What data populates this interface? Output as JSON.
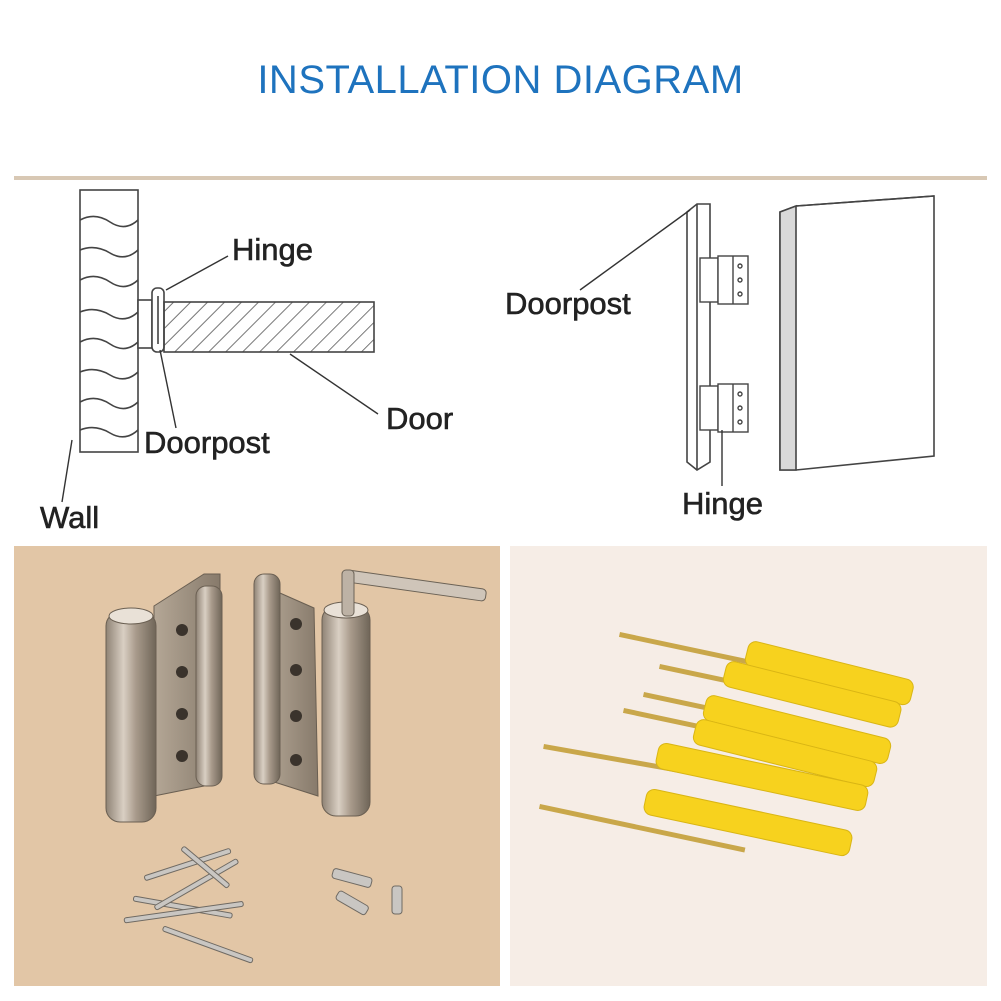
{
  "title": "INSTALLATION DIAGRAM",
  "left_diagram": {
    "hinge_label": "Hinge",
    "door_label": "Door",
    "doorpost_label": "Doorpost",
    "wall_label": "Wall"
  },
  "right_diagram": {
    "doorpost_label": "Doorpost",
    "hinge_label": "Hinge"
  },
  "colors": {
    "title": "#1e73be",
    "divider": "#d8c8b4",
    "photo_left_bg": "#e2c6a6",
    "photo_right_bg": "#f6ede6",
    "anchor_yellow": "#f7d21e"
  }
}
